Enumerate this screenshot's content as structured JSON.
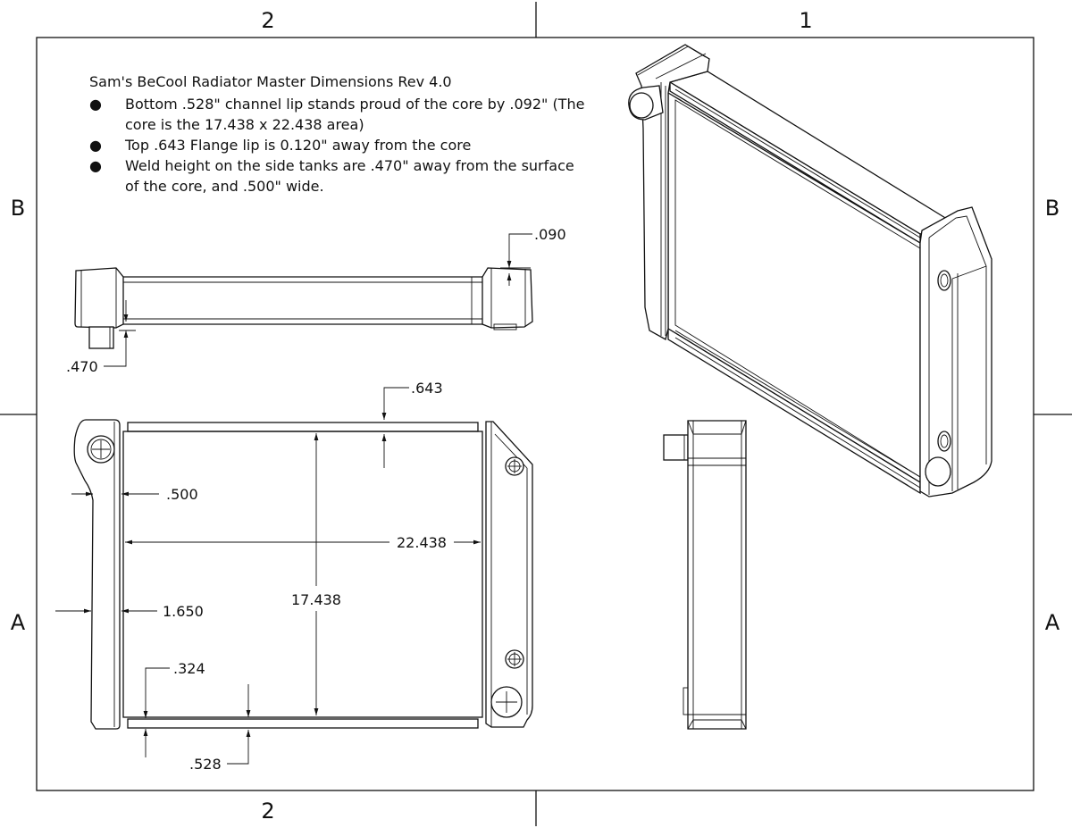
{
  "zones": {
    "top_left": "2",
    "top_right": "1",
    "bottom_left": "2",
    "left_upper": "B",
    "right_upper": "B",
    "left_lower": "A",
    "right_lower": "A"
  },
  "notes": {
    "title": "Sam's BeCool Radiator Master Dimensions Rev 4.0",
    "bullet_glyph": "●",
    "items": [
      "Bottom .528\" channel lip stands proud of the core by .092\"  (The core is the 17.438 x 22.438 area)",
      "Top .643 Flange lip is 0.120\" away from the core",
      "Weld height on the side tanks are .470\" away from the surface of the core, and .500\" wide."
    ]
  },
  "dimensions": {
    "d090": ".090",
    "d470": ".470",
    "d643": ".643",
    "d500": ".500",
    "d22438": "22.438",
    "d1650": "1.650",
    "d17438": "17.438",
    "d324": ".324",
    "d528": ".528"
  }
}
